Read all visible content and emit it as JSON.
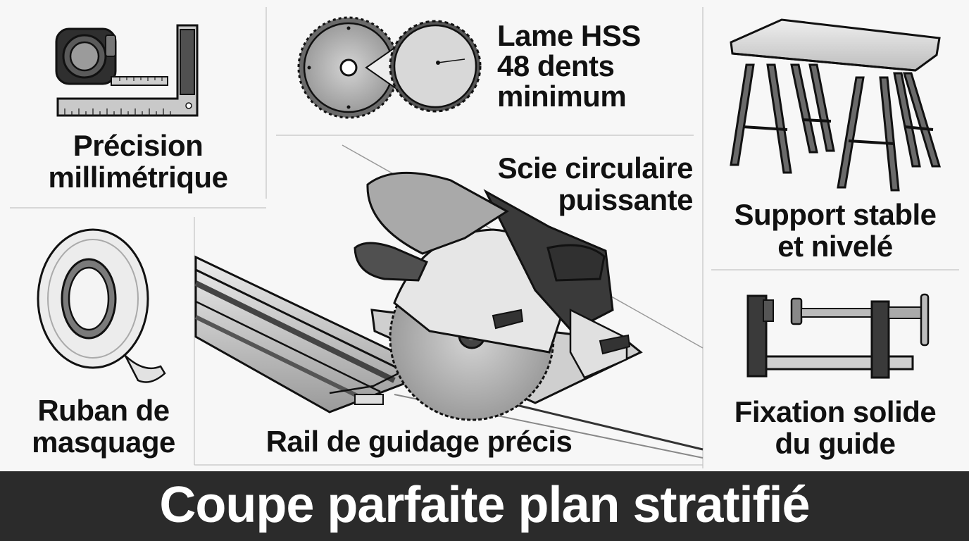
{
  "panels": {
    "precision": {
      "line1": "Précision",
      "line2": "millimétrique"
    },
    "blade": {
      "line1": "Lame HSS",
      "line2": "48 dents",
      "line3": "minimum"
    },
    "support": {
      "line1": "Support stable",
      "line2": "et nivelé"
    },
    "saw": {
      "line1": "Scie circulaire",
      "line2": "puissante"
    },
    "tape": {
      "line1": "Ruban de",
      "line2": "masquage"
    },
    "rail": {
      "line1": "Rail de guidage précis"
    },
    "clamp": {
      "line1": "Fixation solide",
      "line2": "du guide"
    }
  },
  "banner": {
    "title": "Coupe parfaite plan stratifié"
  },
  "icons": [
    "tape-measure-icon",
    "square-ruler-icon",
    "saw-blade-icon",
    "sawhorse-table-icon",
    "masking-tape-roll-icon",
    "circular-saw-icon",
    "guide-rail-icon",
    "bar-clamp-icon"
  ],
  "colors": {
    "banner": "#2b2b2b",
    "background": "#f7f7f7",
    "text": "#111111"
  }
}
